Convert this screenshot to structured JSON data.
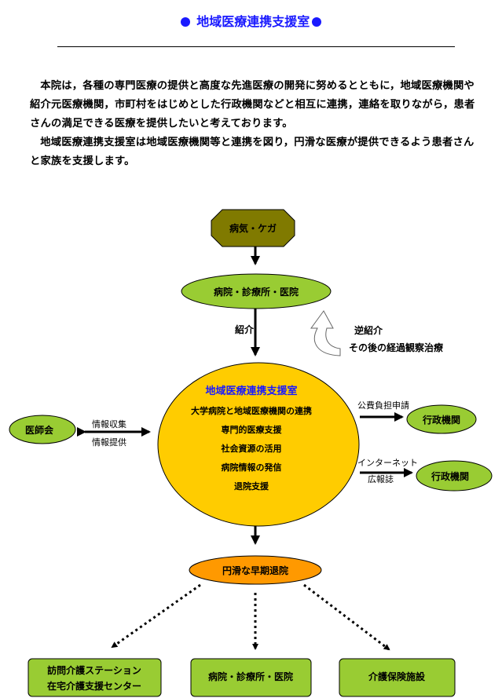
{
  "header": {
    "title": "地域医療連携支援室"
  },
  "intro": {
    "paragraph1": "本院は，各種の専門医療の提供と高度な先進医療の開発に努めるとともに，地域医療機関や紹介元医療機関，市町村をはじめとした行政機関などと相互に連携，連絡を取りながら，患者さんの満足できる医療を提供したいと考えております。",
    "paragraph2": "地域医療連携支援室は地域医療機関等と連携を図り，円滑な医療が提供できるよう患者さんと家族を支援します。"
  },
  "diagram": {
    "start_node": "病気・ケガ",
    "clinic_node": "病院・診療所・医院",
    "referral_label": "紹介",
    "reverse_referral_label": "逆紹介",
    "followup_label": "その後の経過観察治療",
    "center": {
      "title": "地域医療連携支援室",
      "items": [
        "大学病院と地域医療機関の連携",
        "専門的医療支援",
        "社会資源の活用",
        "病院情報の発信",
        "退院支援"
      ]
    },
    "medical_association": "医師会",
    "info_collect_label": "情報収集",
    "info_provide_label": "情報提供",
    "public_expense_label": "公費負担申請",
    "admin_agency_1": "行政機関",
    "internet_label": "インターネット",
    "pr_magazine_label": "広報誌",
    "admin_agency_2": "行政機関",
    "discharge_node": "円滑な早期退院",
    "destinations": [
      "訪問介護ステーション",
      "在宅介護支援センター",
      "病院・診療所・医院",
      "介護保険施設"
    ]
  },
  "colors": {
    "title_blue": "#1a1aff",
    "olive_dark": "#807a00",
    "green_light": "#99cc33",
    "center_orange": "#ffcc00",
    "discharge_orange": "#ff9900"
  }
}
